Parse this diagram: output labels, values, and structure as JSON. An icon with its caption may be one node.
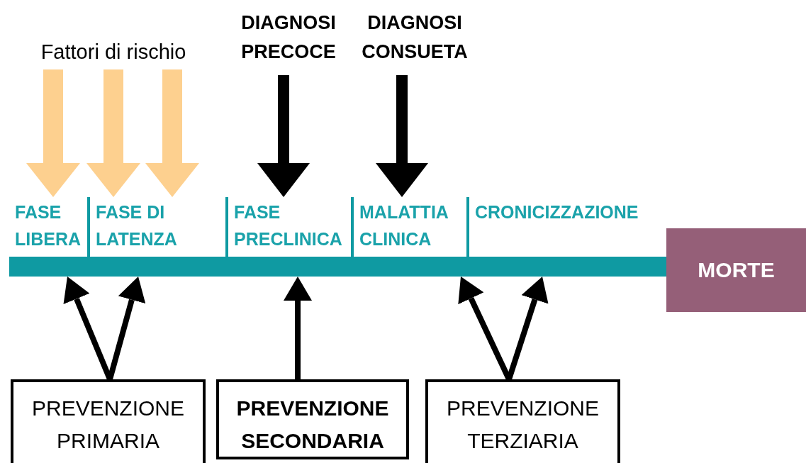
{
  "diagram": {
    "nodes": [
      {
        "text": [
          "Fattori di rischio"
        ]
      },
      {
        "text": [
          "DIAGNOSI PRECOCE"
        ]
      },
      {
        "text": [
          "DIAGNOSI CONSUETA"
        ]
      },
      {
        "text": [
          "FASE LIBERA"
        ]
      },
      {
        "text": [
          "FASE DI LATENZA"
        ]
      },
      {
        "text": [
          "FASE PRECLINICA"
        ]
      },
      {
        "text": [
          "MALATTIA CLINICA"
        ]
      },
      {
        "text": [
          "CRONICIZZAZIONE"
        ]
      },
      {
        "text": [
          "MORTE"
        ]
      },
      {
        "text": [
          "PREVENZIONE PRIMARIA"
        ]
      },
      {
        "text": [
          "PREVENZIONE SECONDARIA"
        ]
      },
      {
        "text": [
          "PREVENZIONE TERZIARIA"
        ]
      }
    ],
    "edges": [
      {
        "from": 0,
        "to": 3,
        "arrow": "to",
        "style": "thick",
        "color": "#fdd08f"
      },
      {
        "from": 0,
        "to": 4,
        "arrow": "to",
        "style": "thick",
        "color": "#fdd08f"
      },
      {
        "from": 0,
        "to": 4,
        "arrow": "to",
        "style": "thick",
        "color": "#fdd08f"
      },
      {
        "from": 1,
        "to": 5,
        "arrow": "to",
        "style": "thick"
      },
      {
        "from": 2,
        "to": 6,
        "arrow": "to",
        "style": "thick"
      },
      {
        "from": 9,
        "to": 3,
        "arrow": "to"
      },
      {
        "from": 9,
        "to": 4,
        "arrow": "to"
      },
      {
        "from": 10,
        "to": 5,
        "arrow": "to"
      },
      {
        "from": 11,
        "to": 6,
        "arrow": "to"
      },
      {
        "from": 11,
        "to": 7,
        "arrow": "to"
      }
    ]
  }
}
